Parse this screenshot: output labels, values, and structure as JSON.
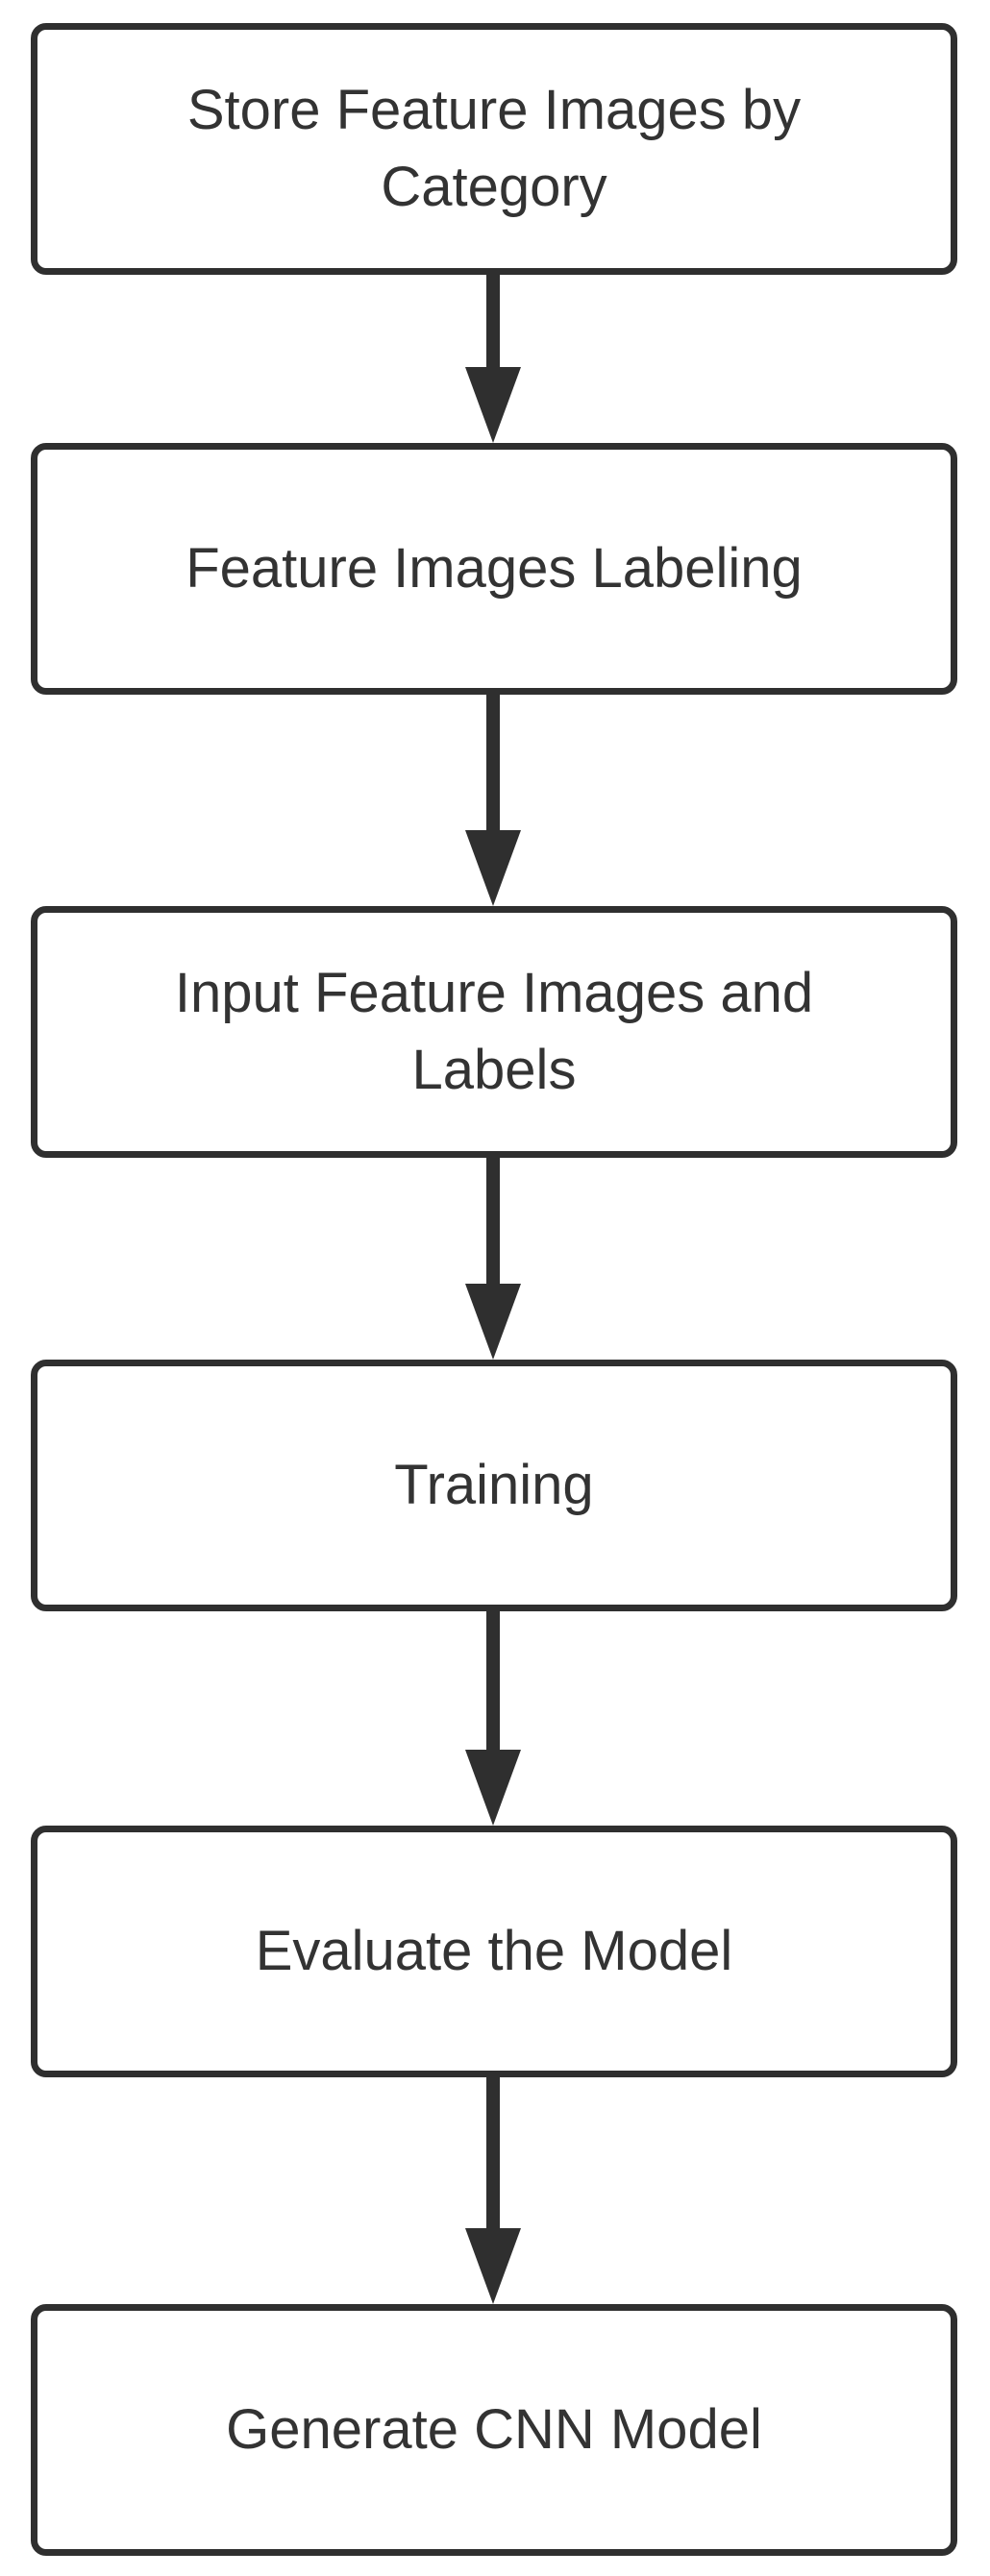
{
  "diagram": {
    "type": "flowchart",
    "direction": "top-to-bottom",
    "colors": {
      "stroke": "#2f2f2f",
      "text": "#333333",
      "background": "#ffffff"
    },
    "steps": [
      {
        "label": "Store Feature Images by Category"
      },
      {
        "label": "Feature Images Labeling"
      },
      {
        "label": "Input Feature Images and Labels"
      },
      {
        "label": "Training"
      },
      {
        "label": "Evaluate the Model"
      },
      {
        "label": "Generate CNN Model"
      }
    ]
  }
}
